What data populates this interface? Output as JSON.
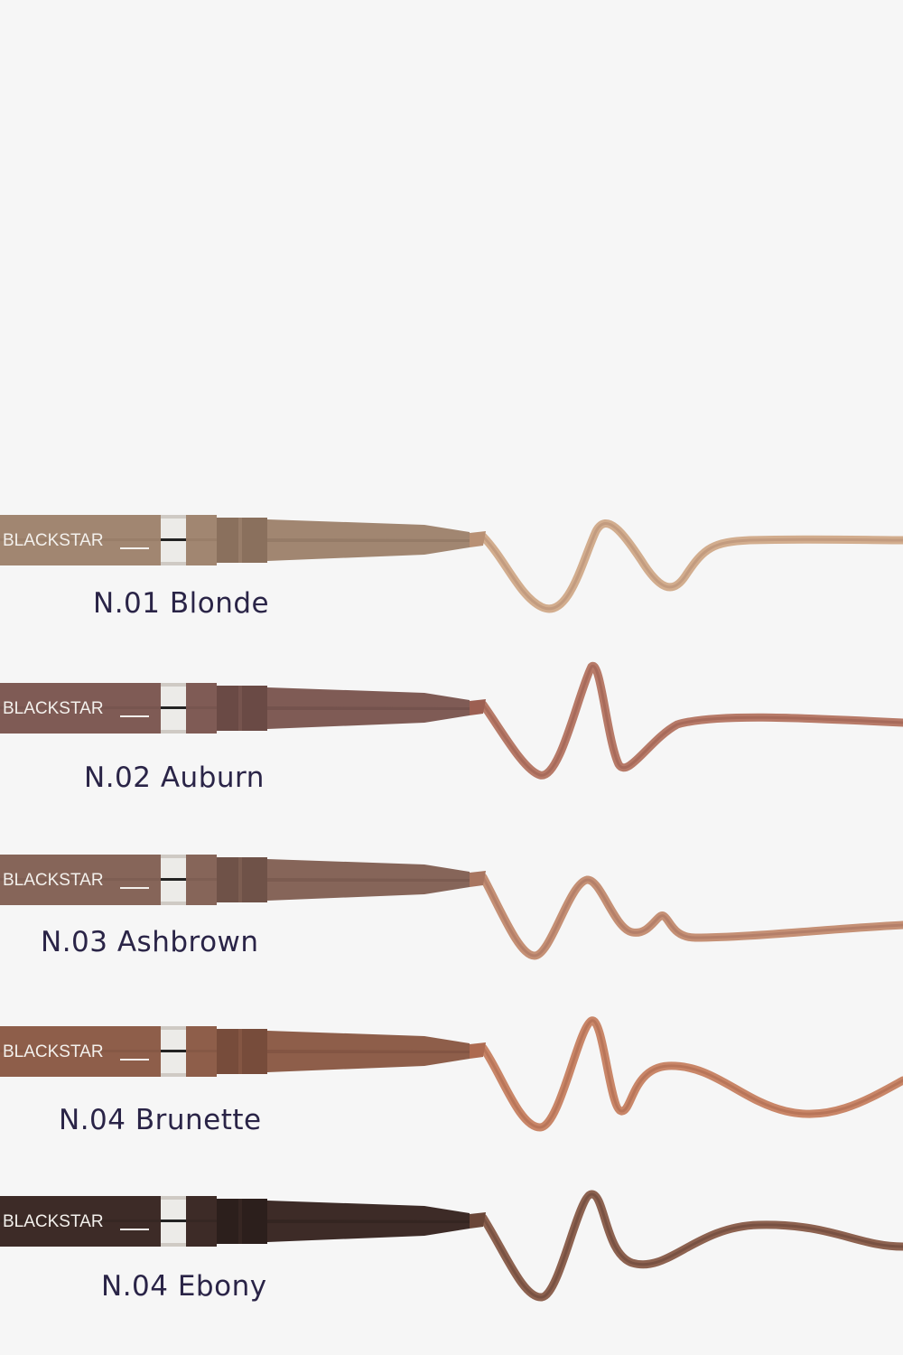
{
  "background": "#f6f6f6",
  "brand_name": "BLACKSTAR",
  "label_color": "#2a2447",
  "shades": [
    {
      "label": "N.01 Blonde",
      "pencil_color": "#a18671",
      "pencil_dark": "#8a705d",
      "swatch_color": "#d2ad8e",
      "swatch_dark": "#b89074"
    },
    {
      "label": "N.02 Auburn",
      "pencil_color": "#7f5b55",
      "pencil_dark": "#6a4a45",
      "swatch_color": "#b77a68",
      "swatch_dark": "#9c5f52"
    },
    {
      "label": "N.03 Ashbrown",
      "pencil_color": "#866559",
      "pencil_dark": "#6f5248",
      "swatch_color": "#c59075",
      "swatch_dark": "#a87560"
    },
    {
      "label": "N.04 Brunette",
      "pencil_color": "#8e5e4a",
      "pencil_dark": "#774c3b",
      "swatch_color": "#c98668",
      "swatch_dark": "#ad6a50"
    },
    {
      "label": "N.04 Ebony",
      "pencil_color": "#3d2b27",
      "pencil_dark": "#2c1f1c",
      "swatch_color": "#8d6250",
      "swatch_dark": "#6a4638"
    }
  ]
}
